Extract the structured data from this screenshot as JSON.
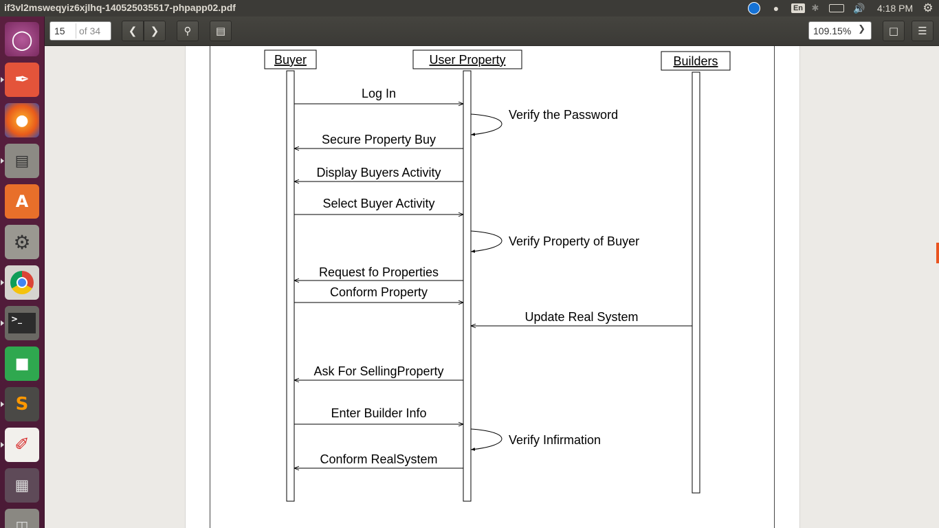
{
  "topbar": {
    "window_title": "if3vl2msweqyiz6xjlhq-140525035517-phpapp02.pdf",
    "keyboard_layout": "En",
    "clock": "4:18 PM",
    "tray_icons": [
      "teamviewer-icon",
      "wifi-icon",
      "keyboard-icon",
      "bluetooth-icon",
      "battery-icon",
      "volume-icon",
      "power-icon"
    ]
  },
  "launcher": {
    "apps": [
      "ubuntu-dash",
      "inkscape",
      "firefox",
      "files",
      "software-center",
      "system-settings",
      "chrome",
      "terminal",
      "turtle-app",
      "sublime-text",
      "document-viewer",
      "workspace-switcher",
      "trash"
    ]
  },
  "toolbar": {
    "page_current": "15",
    "page_total": "of 34",
    "zoom": "109.15%"
  },
  "diagram": {
    "lifelines": [
      "Buyer",
      "User Property",
      "Builders"
    ],
    "messages": [
      {
        "label": "Log In",
        "from": "Buyer",
        "to": "User Property"
      },
      {
        "label": "Verify the Password",
        "from": "User Property",
        "to": "User Property"
      },
      {
        "label": "Secure Property Buy",
        "from": "User Property",
        "to": "Buyer"
      },
      {
        "label": "Display Buyers Activity",
        "from": "User Property",
        "to": "Buyer"
      },
      {
        "label": "Select  Buyer Activity",
        "from": "Buyer",
        "to": "User Property"
      },
      {
        "label": "Verify Property of Buyer",
        "from": "User Property",
        "to": "User Property"
      },
      {
        "label": "Request fo Properties",
        "from": "User Property",
        "to": "Buyer"
      },
      {
        "label": "Conform Property",
        "from": "Buyer",
        "to": "User Property"
      },
      {
        "label": "Update Real System",
        "from": "Builders",
        "to": "User Property"
      },
      {
        "label": "Ask For SellingProperty",
        "from": "User Property",
        "to": "Buyer"
      },
      {
        "label": "Enter Builder Info",
        "from": "Buyer",
        "to": "User Property"
      },
      {
        "label": "Verify Infirmation",
        "from": "User Property",
        "to": "User Property"
      },
      {
        "label": "Conform RealSystem",
        "from": "User Property",
        "to": "Buyer"
      }
    ]
  }
}
